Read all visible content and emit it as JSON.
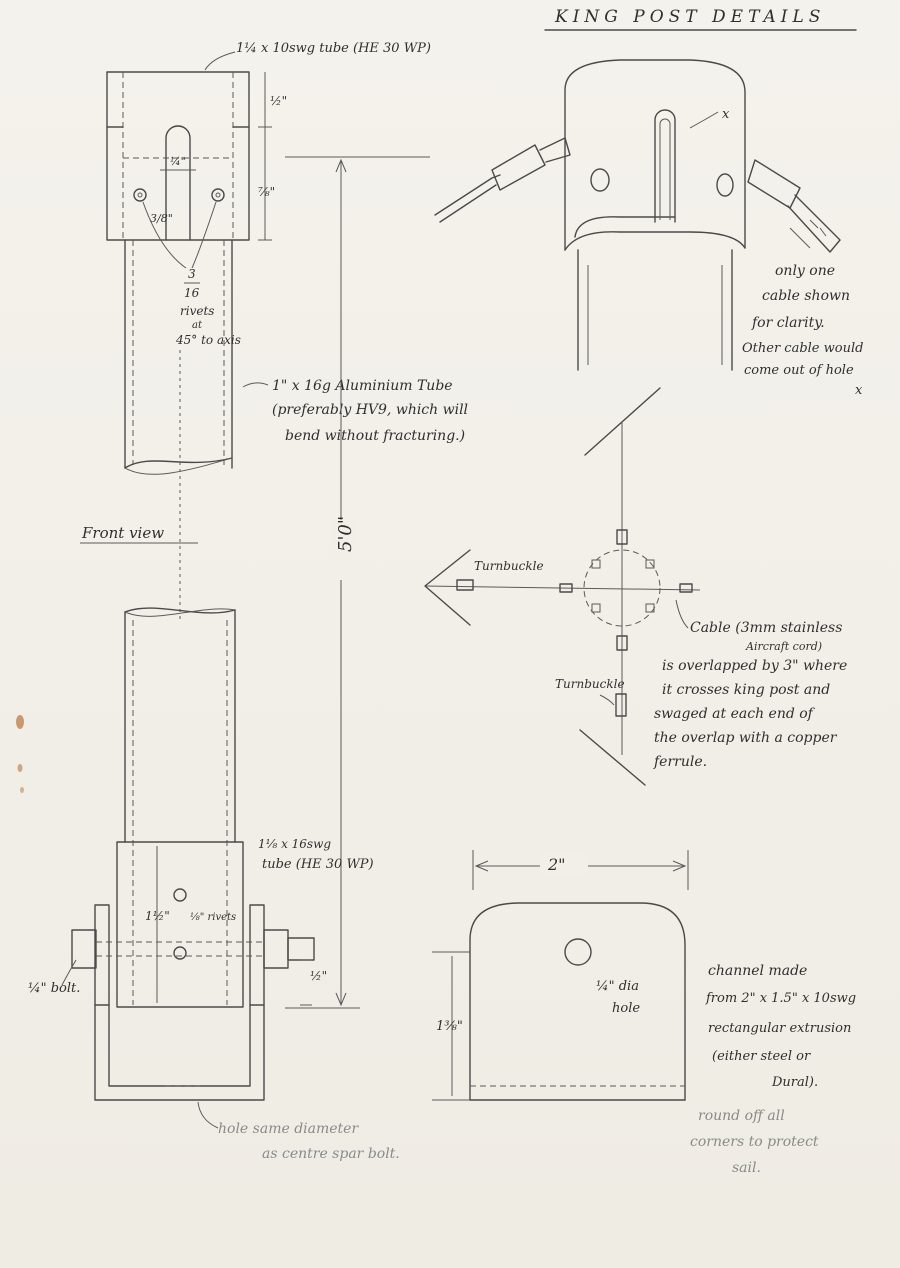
{
  "title": "KING POST DETAILS",
  "top_tube_label": "1¼ x 10swg tube (HE 30 WP)",
  "dim_half": "½\"",
  "dim_quarter": "¼\"",
  "dim_three_eighths": "3/8\"",
  "dim_seven_eighths": "⅞\"",
  "rivets_label_num": "3",
  "rivets_label_den": "16",
  "rivets_label_1": "rivets",
  "rivets_label_2": "at",
  "rivets_label_3": "45° to axis",
  "main_tube_label_1": "1\" x 16g  Aluminium Tube",
  "main_tube_label_2": "(preferably HV9, which will",
  "main_tube_label_3": "bend without fracturing.)",
  "front_view_label": "Front view",
  "length_dim": "5'0\"",
  "cable_note_1": "only one",
  "cable_note_2": "cable shown",
  "cable_note_3": "for clarity.",
  "cable_note_4": "Other cable would",
  "cable_note_5": "come out of hole",
  "cable_note_6": "x",
  "hole_marker": "x",
  "turnbuckle_1": "Turnbuckle",
  "turnbuckle_2": "Turnbuckle",
  "cable_label_1": "Cable  (3mm stainless",
  "cable_label_2": "Aircraft cord)",
  "cable_text_1": "is overlapped by 3\" where",
  "cable_text_2": "it crosses king post and",
  "cable_text_3": "swaged at each end of",
  "cable_text_4": "the overlap with a copper",
  "cable_text_5": "ferrule.",
  "bottom_tube_label_1": "1⅛ x 16swg",
  "bottom_tube_label_2": "tube (HE 30 WP)",
  "dim_one_half": "1½\"",
  "rivet_label": "⅛\" rivets",
  "dim_bottom_half": "½\"",
  "bolt_label": "¼\" bolt.",
  "hole_note_1": "hole same diameter",
  "hole_note_2": "as centre spar bolt.",
  "channel_width": "2\"",
  "hole_dia_1": "¼\" dia",
  "hole_dia_2": "hole",
  "channel_height": "1⅜\"",
  "channel_note_1": "channel made",
  "channel_note_2": "from 2\" x 1.5\" x 10swg",
  "channel_note_3": "rectangular extrusion",
  "channel_note_4": "(either steel or",
  "channel_note_5": "Dural).",
  "round_note_1": "round off all",
  "round_note_2": "corners to protect",
  "round_note_3": "sail."
}
